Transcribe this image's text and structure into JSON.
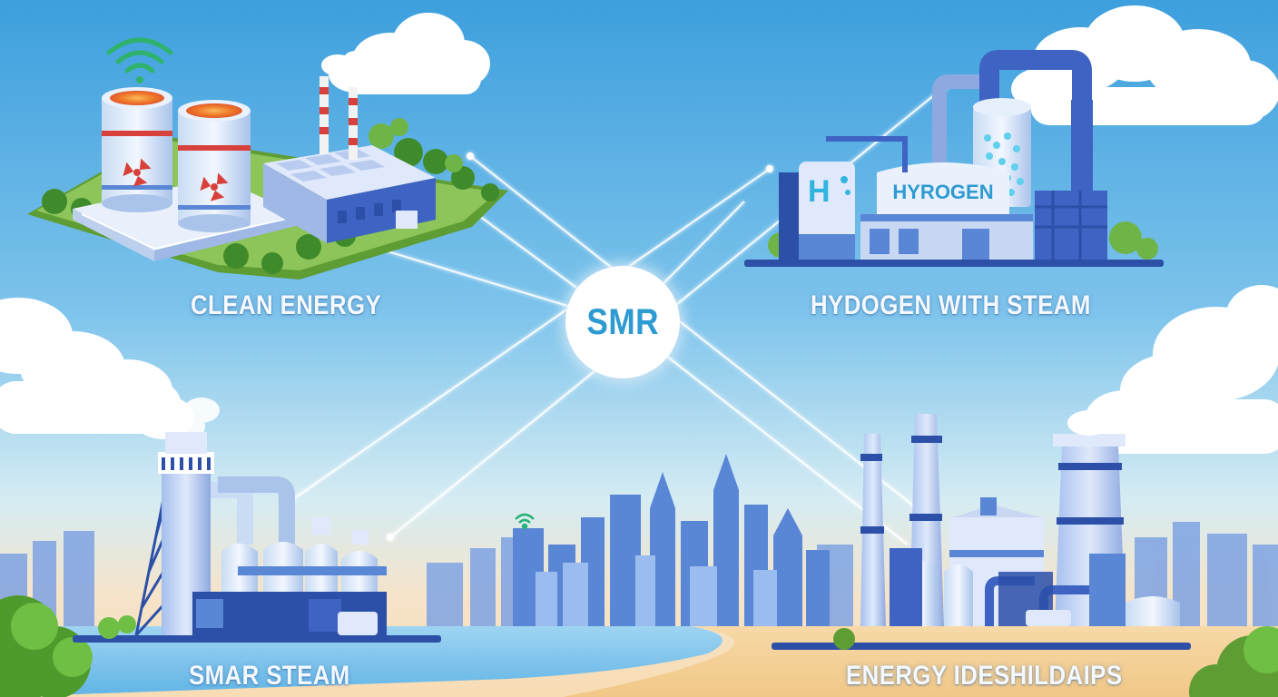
{
  "center": {
    "label": "SMR"
  },
  "panels": {
    "clean_energy": {
      "label": "CLEAN ENERGY"
    },
    "hydrogen": {
      "label": "HYDOGEN WITH STEAM",
      "sign": "HYROGEN",
      "symbol": "H"
    },
    "steam": {
      "label": "SMAR STEAM"
    },
    "ideas": {
      "label": "ENERGY IDESHILDAIPS"
    }
  },
  "colors": {
    "sky_top": "#3d9fdd",
    "sky_bottom": "#f6e3c8",
    "building_blue": "#5a86d6",
    "dark_blue": "#2c4fa8",
    "reactor_orange": "#f07a2a",
    "accent_red": "#d8413b",
    "tree_green": "#5fae3a",
    "hub_text": "#2d9bd2"
  },
  "icons": [
    "wifi-icon",
    "radiation-icon",
    "hydrogen-icon"
  ]
}
